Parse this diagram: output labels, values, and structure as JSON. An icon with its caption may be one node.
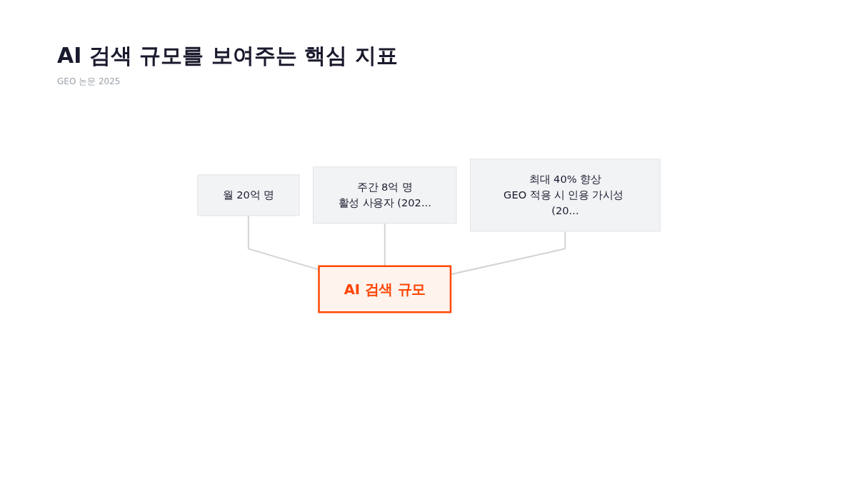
{
  "diagram": {
    "title": "AI 검색 규모를 보여주는 핵심 지표",
    "caption": "GEO 논문 2025",
    "nodes": [
      {
        "text": [
          "월 20억 명"
        ]
      },
      {
        "text": [
          "주간 8억 명",
          "활성 사용자 (202..."
        ]
      },
      {
        "text": [
          "최대 40% 향상",
          "GEO 적용 시 인용 가시성 (20..."
        ]
      },
      {
        "text": [
          "AI 검색 규모"
        ]
      }
    ],
    "edges": [
      {
        "from": 0,
        "to": 3,
        "arrow": "none"
      },
      {
        "from": 1,
        "to": 3,
        "arrow": "none"
      },
      {
        "from": 2,
        "to": 3,
        "arrow": "none"
      }
    ]
  }
}
